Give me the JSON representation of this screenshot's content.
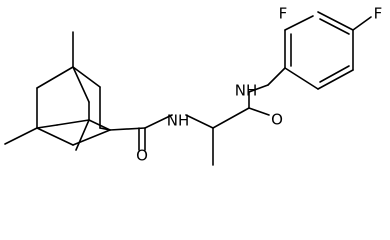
{
  "molecule": {
    "atoms": {
      "F_ortho": "F",
      "F_para": "F",
      "NH_anilide": "NH",
      "O_upper": "O",
      "NH_amide": "NH",
      "O_lower": "O"
    }
  }
}
